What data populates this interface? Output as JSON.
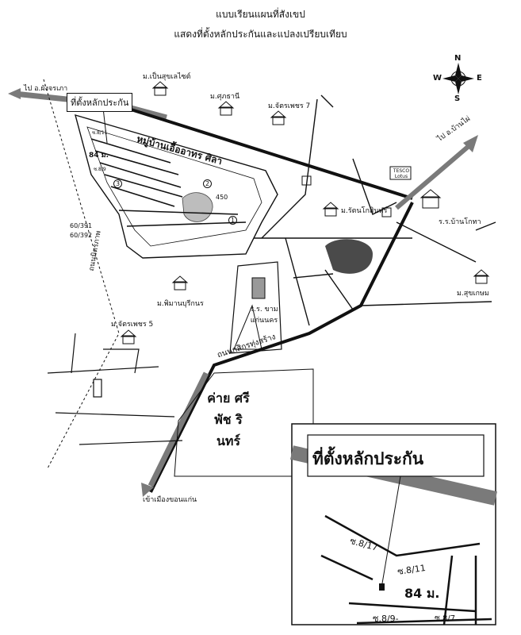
{
  "title": {
    "line1": "แบบเรียนแผนที่สังเขป",
    "line2": "แสดงที่ตั้งหลักประกันและแปลงเปรียบเทียบ"
  },
  "compass": {
    "n": "N",
    "s": "S",
    "e": "E",
    "w": "W"
  },
  "labels": {
    "road_top_left": "ไป อ.ผังจรเภา",
    "collateral_box": "ที่ตั้งหลักประกัน",
    "village_main": "หมู่บ้านเอื้ออาทร ศิลา",
    "to_ban_phai": "ไป อ.บ้านไผ่",
    "muban_1": "ม.เป็นสุขเลไซต์",
    "muban_2": "ม.ศุภธานี",
    "muban_3": "ม.จัตรเพชร 7",
    "muban_4": "ม.รัตนโกสินทร์",
    "school_banpho": "ร.ร.บ้านโกทา",
    "muban_sukkasem": "ม.สุขเกษม",
    "muban_phiman": "ม.พิมานบุรีกนร",
    "school_khonkaen": "ร.ร. ขามแก่นนคร",
    "muban_jattrapet5": "ม.จัตรเพชร 5",
    "road_mittraphap": "ถนนมิตรภาพ",
    "road_thungsang": "ถนนกสิกรทุ่งสร้าง",
    "camp": "ค่าย ศรี พัช รินทร์",
    "to_city": "เข้าเมืองขอนแก่น",
    "plot_1": "60/391",
    "plot_2": "60/392",
    "dist": "450",
    "tesco": "TESCO Lotus",
    "soi_8_11": "ซ.8/11",
    "soi_84": "84 ม.",
    "soi_8_9": "ซ.8/9",
    "marker_1": "1",
    "marker_2": "2",
    "marker_3": "3"
  },
  "inset": {
    "title": "ที่ตั้งหลักประกัน",
    "soi_a": "ซ.8/17",
    "soi_b": "ซ.8/11",
    "soi_c": "84 ม.",
    "soi_d": "ซ.8/9-",
    "soi_e": "ซ.8/7"
  },
  "colors": {
    "road": "#111111",
    "highway": "#7a7a7a",
    "pond": "#4a4a4a"
  }
}
